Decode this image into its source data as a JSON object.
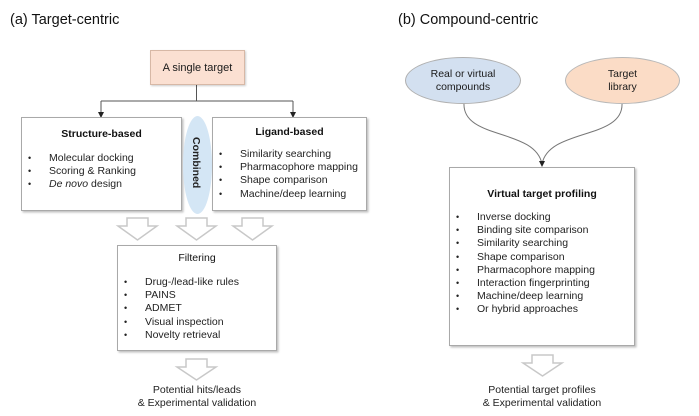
{
  "panel_a": {
    "title": "(a) Target-centric",
    "single_target": "A single target",
    "structure_based": {
      "title": "Structure-based",
      "items": [
        "Molecular docking",
        "Scoring & Ranking"
      ],
      "last_item_italic": "De novo",
      "last_item_rest": " design"
    },
    "combined_label": "Combined",
    "ligand_based": {
      "title": "Ligand-based",
      "items": [
        "Similarity searching",
        "Pharmacophore mapping",
        "Shape comparison",
        "Machine/deep learning"
      ]
    },
    "filtering": {
      "title": "Filtering",
      "items": [
        "Drug-/lead-like rules",
        "PAINS",
        "ADMET",
        "Visual inspection",
        "Novelty retrieval"
      ]
    },
    "outcome_line1": "Potential hits/leads",
    "outcome_line2": "& Experimental validation"
  },
  "panel_b": {
    "title": "(b) Compound-centric",
    "compounds_line1": "Real or virtual",
    "compounds_line2": "compounds",
    "library_line1": "Target",
    "library_line2": "library",
    "profiling": {
      "title": "Virtual target profiling",
      "items": [
        "Inverse docking",
        "Binding site comparison",
        "Similarity searching",
        "Shape comparison",
        "Pharmacophore mapping",
        "Interaction fingerprinting",
        "Machine/deep learning",
        "Or hybrid approaches"
      ]
    },
    "outcome_line1": "Potential target profiles",
    "outcome_line2": "& Experimental validation"
  },
  "colors": {
    "target_fill": "#fbe0d2",
    "compound_fill": "#d3e0f0",
    "library_fill": "#fbdcc6",
    "combined_fill": "#d4e6f5",
    "box_border": "#a9a9a9"
  }
}
